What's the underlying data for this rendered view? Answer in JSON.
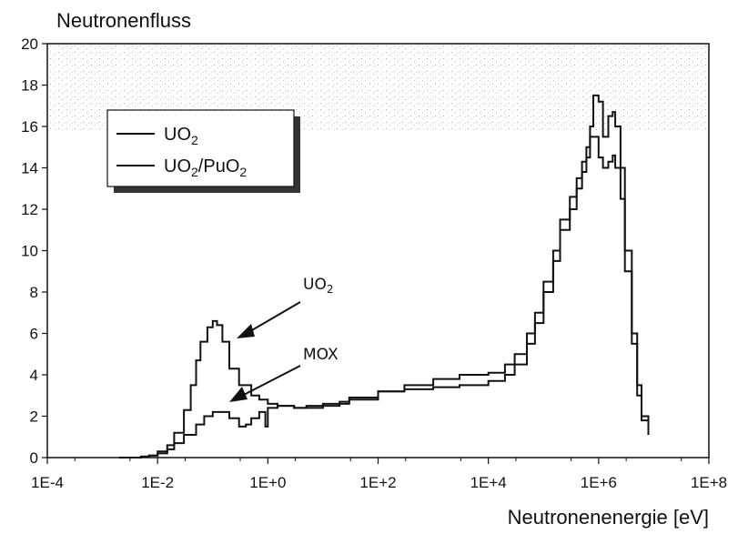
{
  "chart_data": {
    "type": "line",
    "title": "",
    "ylabel": "Neutronenfluss",
    "xlabel": "Neutronenenergie [eV]",
    "x_scale": "log",
    "xlim": [
      0.0001,
      100000000
    ],
    "ylim": [
      0,
      20
    ],
    "grid": false,
    "x_ticks": [
      "1E-4",
      "1E-2",
      "1E+0",
      "1E+2",
      "1E+4",
      "1E+6",
      "1E+8"
    ],
    "x_tick_values": [
      0.0001,
      0.01,
      1,
      100,
      10000,
      1000000,
      100000000
    ],
    "y_ticks": [
      "0",
      "2",
      "4",
      "6",
      "8",
      "10",
      "12",
      "14",
      "16",
      "18",
      "20"
    ],
    "y_tick_values": [
      0,
      2,
      4,
      6,
      8,
      10,
      12,
      14,
      16,
      18,
      20
    ],
    "legend": {
      "placement": "top-left",
      "entries": [
        {
          "base": "UO",
          "sub": "2",
          "tail": "",
          "sub2": ""
        },
        {
          "base": "UO",
          "sub": "2",
          "tail": "/PuO",
          "sub2": "2"
        }
      ]
    },
    "annotations": [
      {
        "label": "UO",
        "sub": "2",
        "points_to": {
          "x": 0.18,
          "y": 5.0
        }
      },
      {
        "label": "MOX",
        "sub": "",
        "points_to": {
          "x": 0.22,
          "y": 2.0
        }
      }
    ],
    "series": [
      {
        "name": "UO2",
        "x": [
          0.002,
          0.005,
          0.007,
          0.01,
          0.015,
          0.02,
          0.03,
          0.04,
          0.05,
          0.06,
          0.08,
          0.1,
          0.12,
          0.15,
          0.2,
          0.3,
          0.5,
          0.7,
          1,
          1.5,
          3,
          5,
          7,
          10,
          20,
          30,
          100,
          300,
          1000,
          3000,
          10000,
          20000,
          30000,
          50000,
          70000,
          100000,
          150000,
          200000,
          300000,
          400000,
          500000,
          600000,
          700000,
          800000,
          1000000,
          1200000,
          1500000,
          1800000,
          2000000,
          2500000,
          3000000,
          4000000,
          5000000,
          6000000,
          8000000
        ],
        "values": [
          0,
          0.05,
          0.1,
          0.3,
          0.6,
          1.2,
          2.3,
          3.5,
          4.7,
          5.6,
          6.3,
          6.6,
          6.4,
          5.6,
          4.3,
          3.5,
          3.0,
          2.8,
          2.6,
          2.5,
          2.4,
          2.4,
          2.4,
          2.5,
          2.7,
          2.8,
          3.2,
          3.5,
          3.8,
          4.0,
          4.1,
          4.5,
          5.0,
          6.0,
          7.0,
          8.5,
          10.0,
          11.5,
          12.6,
          13.5,
          14.3,
          15.0,
          16.0,
          17.5,
          17.2,
          15.5,
          16.5,
          16.7,
          16.0,
          14.0,
          10.0,
          6.0,
          3.5,
          2.0,
          1.2
        ]
      },
      {
        "name": "UO2/PuO2",
        "x": [
          0.002,
          0.005,
          0.007,
          0.01,
          0.015,
          0.02,
          0.03,
          0.05,
          0.07,
          0.1,
          0.15,
          0.2,
          0.3,
          0.4,
          0.5,
          0.7,
          0.9,
          1,
          1.5,
          3,
          5,
          10,
          30,
          100,
          300,
          1000,
          3000,
          10000,
          20000,
          30000,
          50000,
          70000,
          100000,
          150000,
          200000,
          300000,
          400000,
          500000,
          600000,
          700000,
          800000,
          1000000,
          1200000,
          1500000,
          1800000,
          2000000,
          2500000,
          3000000,
          4000000,
          5000000,
          6000000,
          8000000
        ],
        "values": [
          0,
          0.05,
          0.1,
          0.2,
          0.4,
          0.7,
          1.1,
          1.6,
          2.0,
          2.2,
          2.2,
          1.9,
          1.5,
          1.6,
          1.9,
          2.2,
          1.5,
          2.4,
          2.5,
          2.4,
          2.5,
          2.6,
          2.9,
          3.2,
          3.3,
          3.4,
          3.5,
          3.7,
          4.0,
          4.5,
          5.5,
          6.5,
          8.0,
          9.5,
          11.0,
          12.0,
          13.0,
          13.8,
          14.5,
          15.5,
          15.5,
          14.5,
          14.0,
          14.3,
          14.6,
          14.0,
          12.5,
          9.0,
          5.5,
          3.0,
          1.8,
          1.1
        ]
      }
    ]
  }
}
